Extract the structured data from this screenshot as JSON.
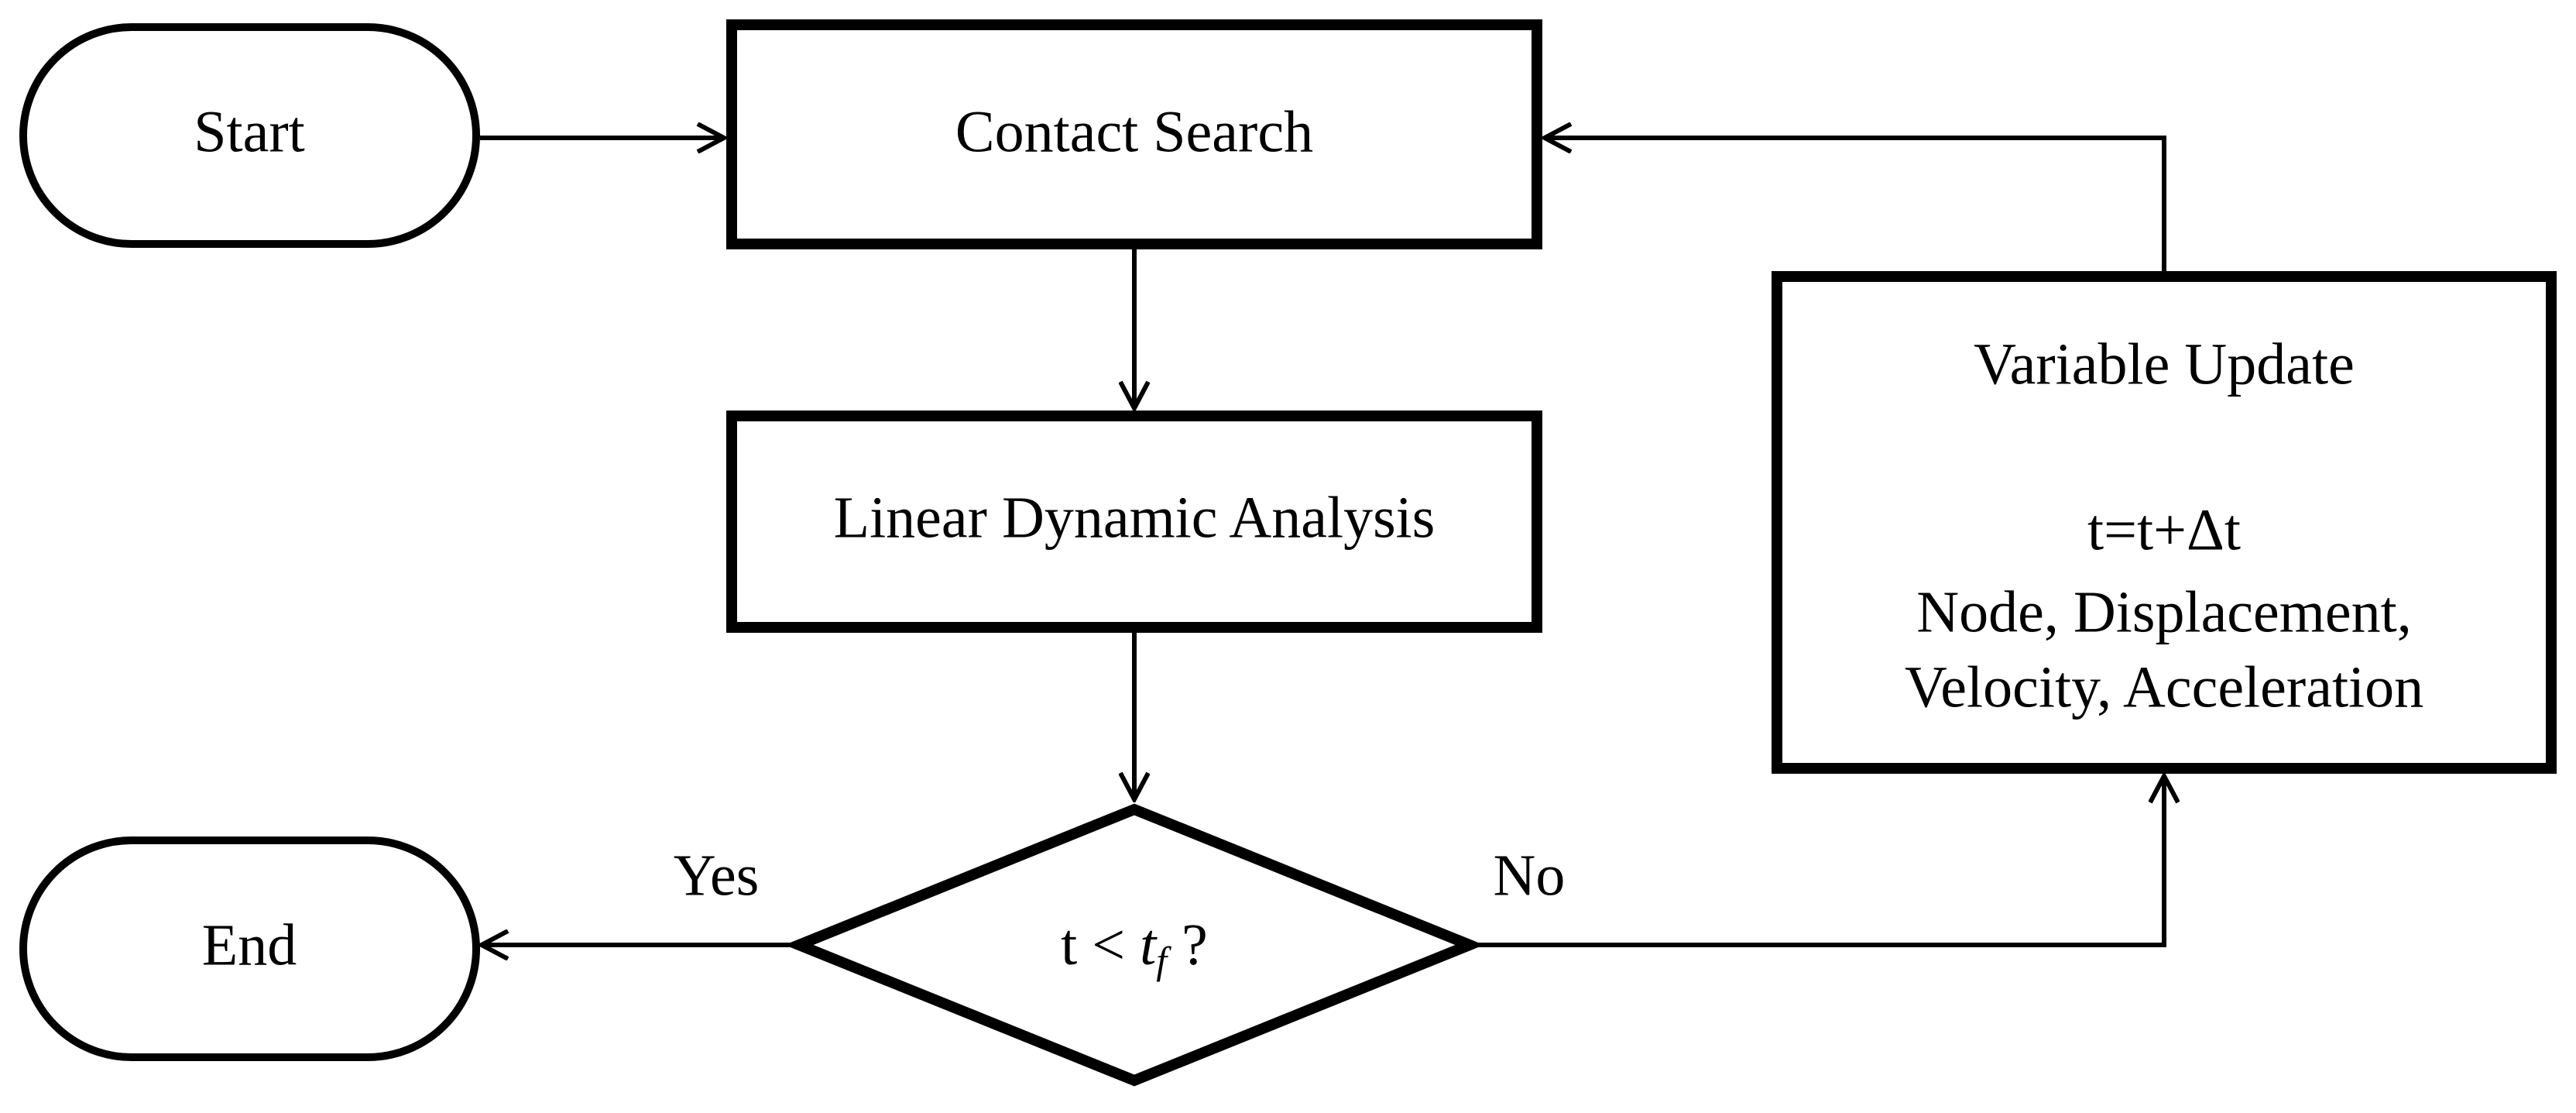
{
  "diagram": {
    "start": {
      "label": "Start"
    },
    "end": {
      "label": "End"
    },
    "contact_search": {
      "label": "Contact Search"
    },
    "linear_dynamic": {
      "label": "Linear Dynamic Analysis"
    },
    "decision": {
      "prefix": "t < ",
      "var": "t",
      "sub": "f",
      "suffix": " ?"
    },
    "variable_update": {
      "title": "Variable Update",
      "line1": "t=t+Δt",
      "line2": "Node, Displacement,",
      "line3": "Velocity, Acceleration"
    },
    "edges": {
      "yes": "Yes",
      "no": "No"
    },
    "colors": {
      "stroke": "#000000",
      "fill": "#ffffff"
    }
  }
}
